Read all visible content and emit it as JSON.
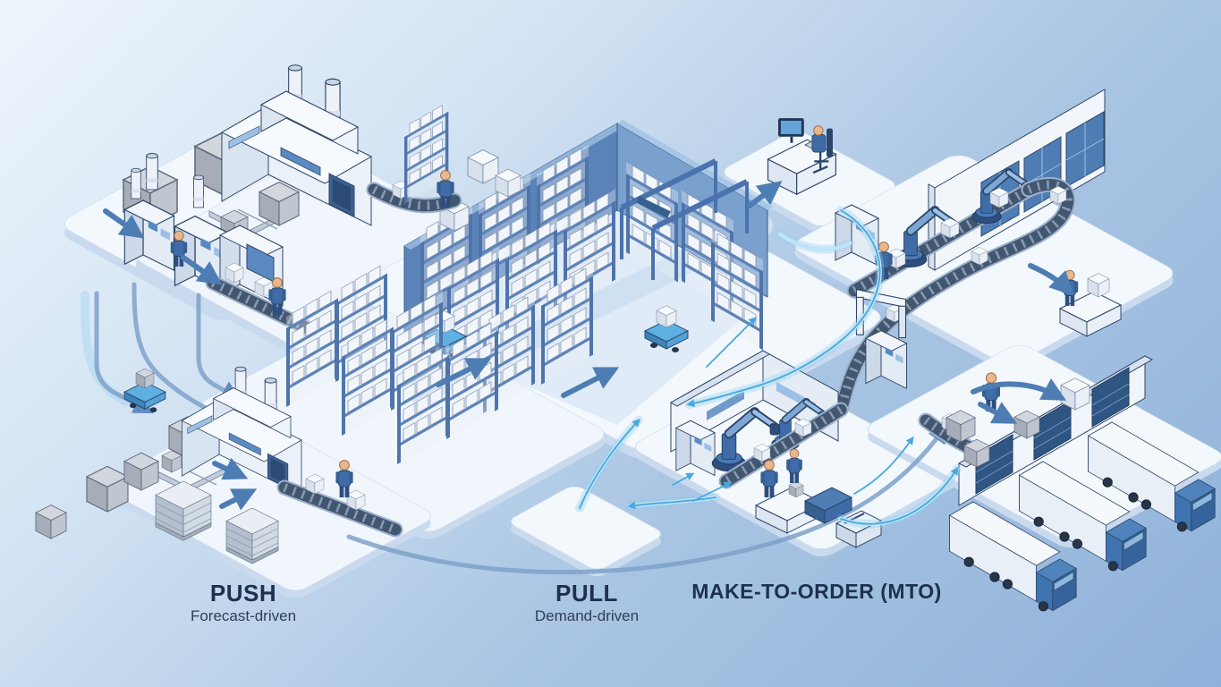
{
  "title": "Supply chain fulfillment strategies — isometric illustration",
  "sections": {
    "push": {
      "label": "PUSH",
      "sublabel": "Forecast-driven"
    },
    "pull": {
      "label": "PULL",
      "sublabel": "Demand-driven"
    },
    "mto": {
      "label": "MAKE-TO-ORDER (MTO)",
      "sublabel": ""
    }
  },
  "colors": {
    "background_top": "#eef5fc",
    "background_bottom": "#8fb1d9",
    "platform": "#f3f8fd",
    "platform_edge": "#c9daee",
    "warehouse_wall": "#5b83b8",
    "flow_arrow": "#4d7db3",
    "signal_glow": "#49a8dd",
    "box_gray": "#c7cdd6",
    "box_white": "#f6f9fc",
    "machine_blue": "#3f6ca8",
    "truck_cab": "#3f74b0",
    "label_text": "#1d3050"
  },
  "components": {
    "push": [
      "raw-material-boxes",
      "pallet-stacks",
      "production-machines",
      "factory-building",
      "secondary-factory",
      "outfeed-conveyors",
      "finished-goods-racks",
      "workers",
      "push-flow-arrows"
    ],
    "pull": [
      "warehouse-walls",
      "storage-racks",
      "overhead-gantry",
      "agv-robots",
      "replenishment-desk",
      "demand-signal-path"
    ],
    "mto": [
      "customer-order-desk",
      "assembly-wall",
      "robotic-arms",
      "assembly-conveyor",
      "scanner-gate",
      "packing-station",
      "label-printer",
      "loading-dock",
      "dock-doors",
      "delivery-trucks",
      "order-signal-path"
    ]
  }
}
